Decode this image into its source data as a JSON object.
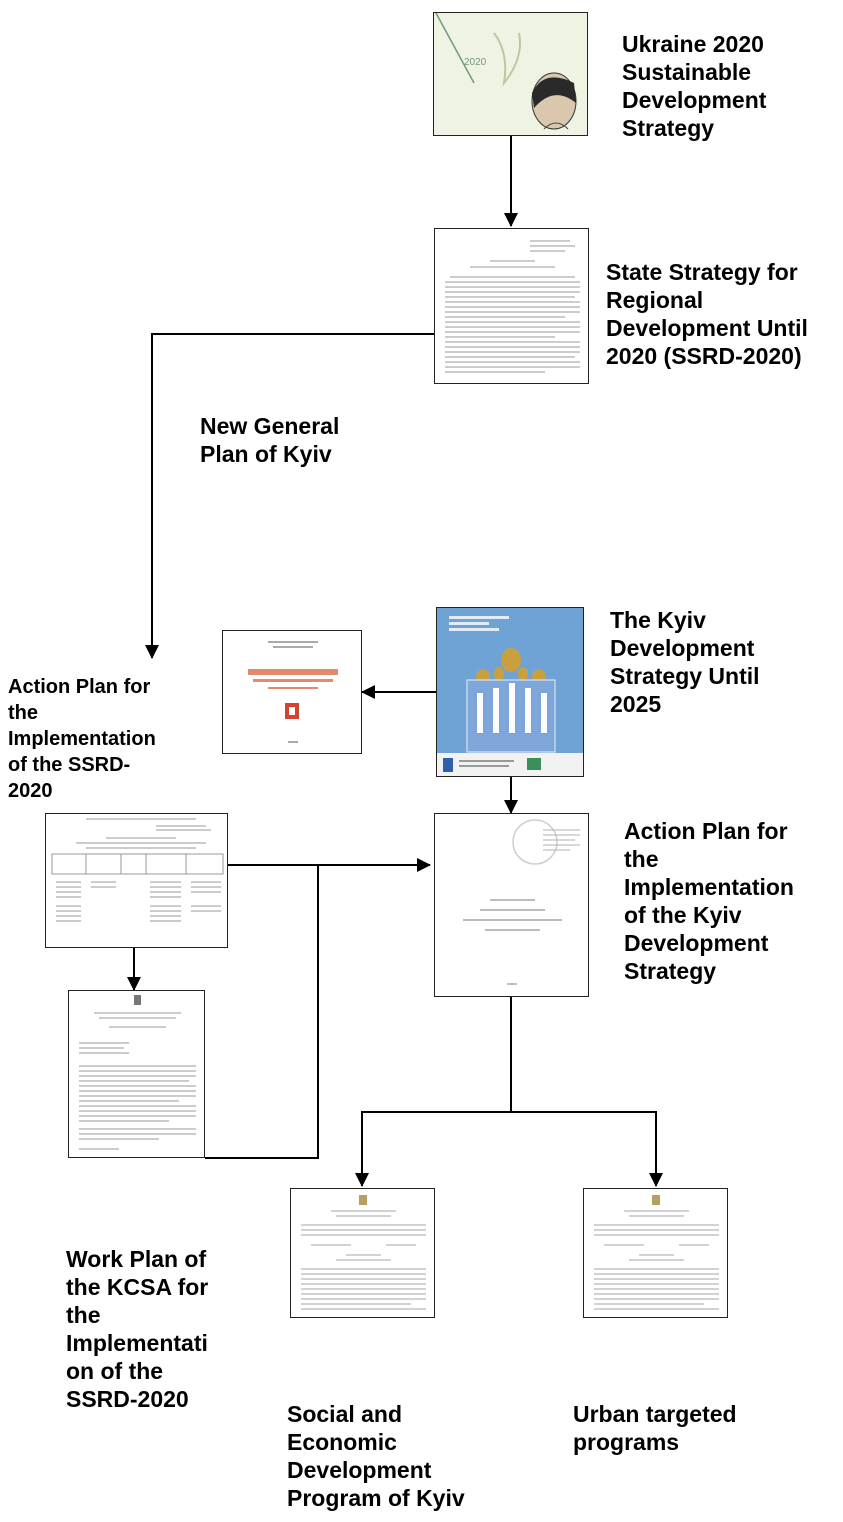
{
  "colors": {
    "line": "#000000",
    "text": "#000000",
    "doc_border": "#222222",
    "doc_text": "#9a9a9a",
    "strategy_cover_bg": "#eef3e4",
    "strategy_cover_accent": "#6f9b76",
    "kyiv_sky": "#6fa3d6",
    "cathedral_blue": "#7fa6d8",
    "cathedral_gold": "#c8a040",
    "genplan_red": "#d3432f"
  },
  "nodes": {
    "ukraine_2020": {
      "label": "Ukraine 2020\nSustainable\nDevelopment\nStrategy"
    },
    "ssrd_2020": {
      "label": "State Strategy for\nRegional\nDevelopment Until\n2020 (SSRD-2020)"
    },
    "general_plan": {
      "label": "New General\nPlan of Kyiv"
    },
    "kyiv_strategy": {
      "label": "The Kyiv\nDevelopment\nStrategy Until\n2025"
    },
    "ssrd_action_plan": {
      "label": "Action Plan for\nthe\nImplementation\nof the SSRD-\n2020"
    },
    "kyiv_action_plan": {
      "label": "Action Plan for\nthe\nImplementation\nof the Kyiv\nDevelopment\nStrategy"
    },
    "kcsa_work_plan": {
      "label": "Work Plan of\nthe KCSA for\nthe\nImplementati\non of the\nSSRD-2020"
    },
    "social_economic_program": {
      "label": "Social and\nEconomic\nDevelopment\nProgram of Kyiv"
    },
    "urban_programs": {
      "label": "Urban targeted\nprograms"
    }
  }
}
